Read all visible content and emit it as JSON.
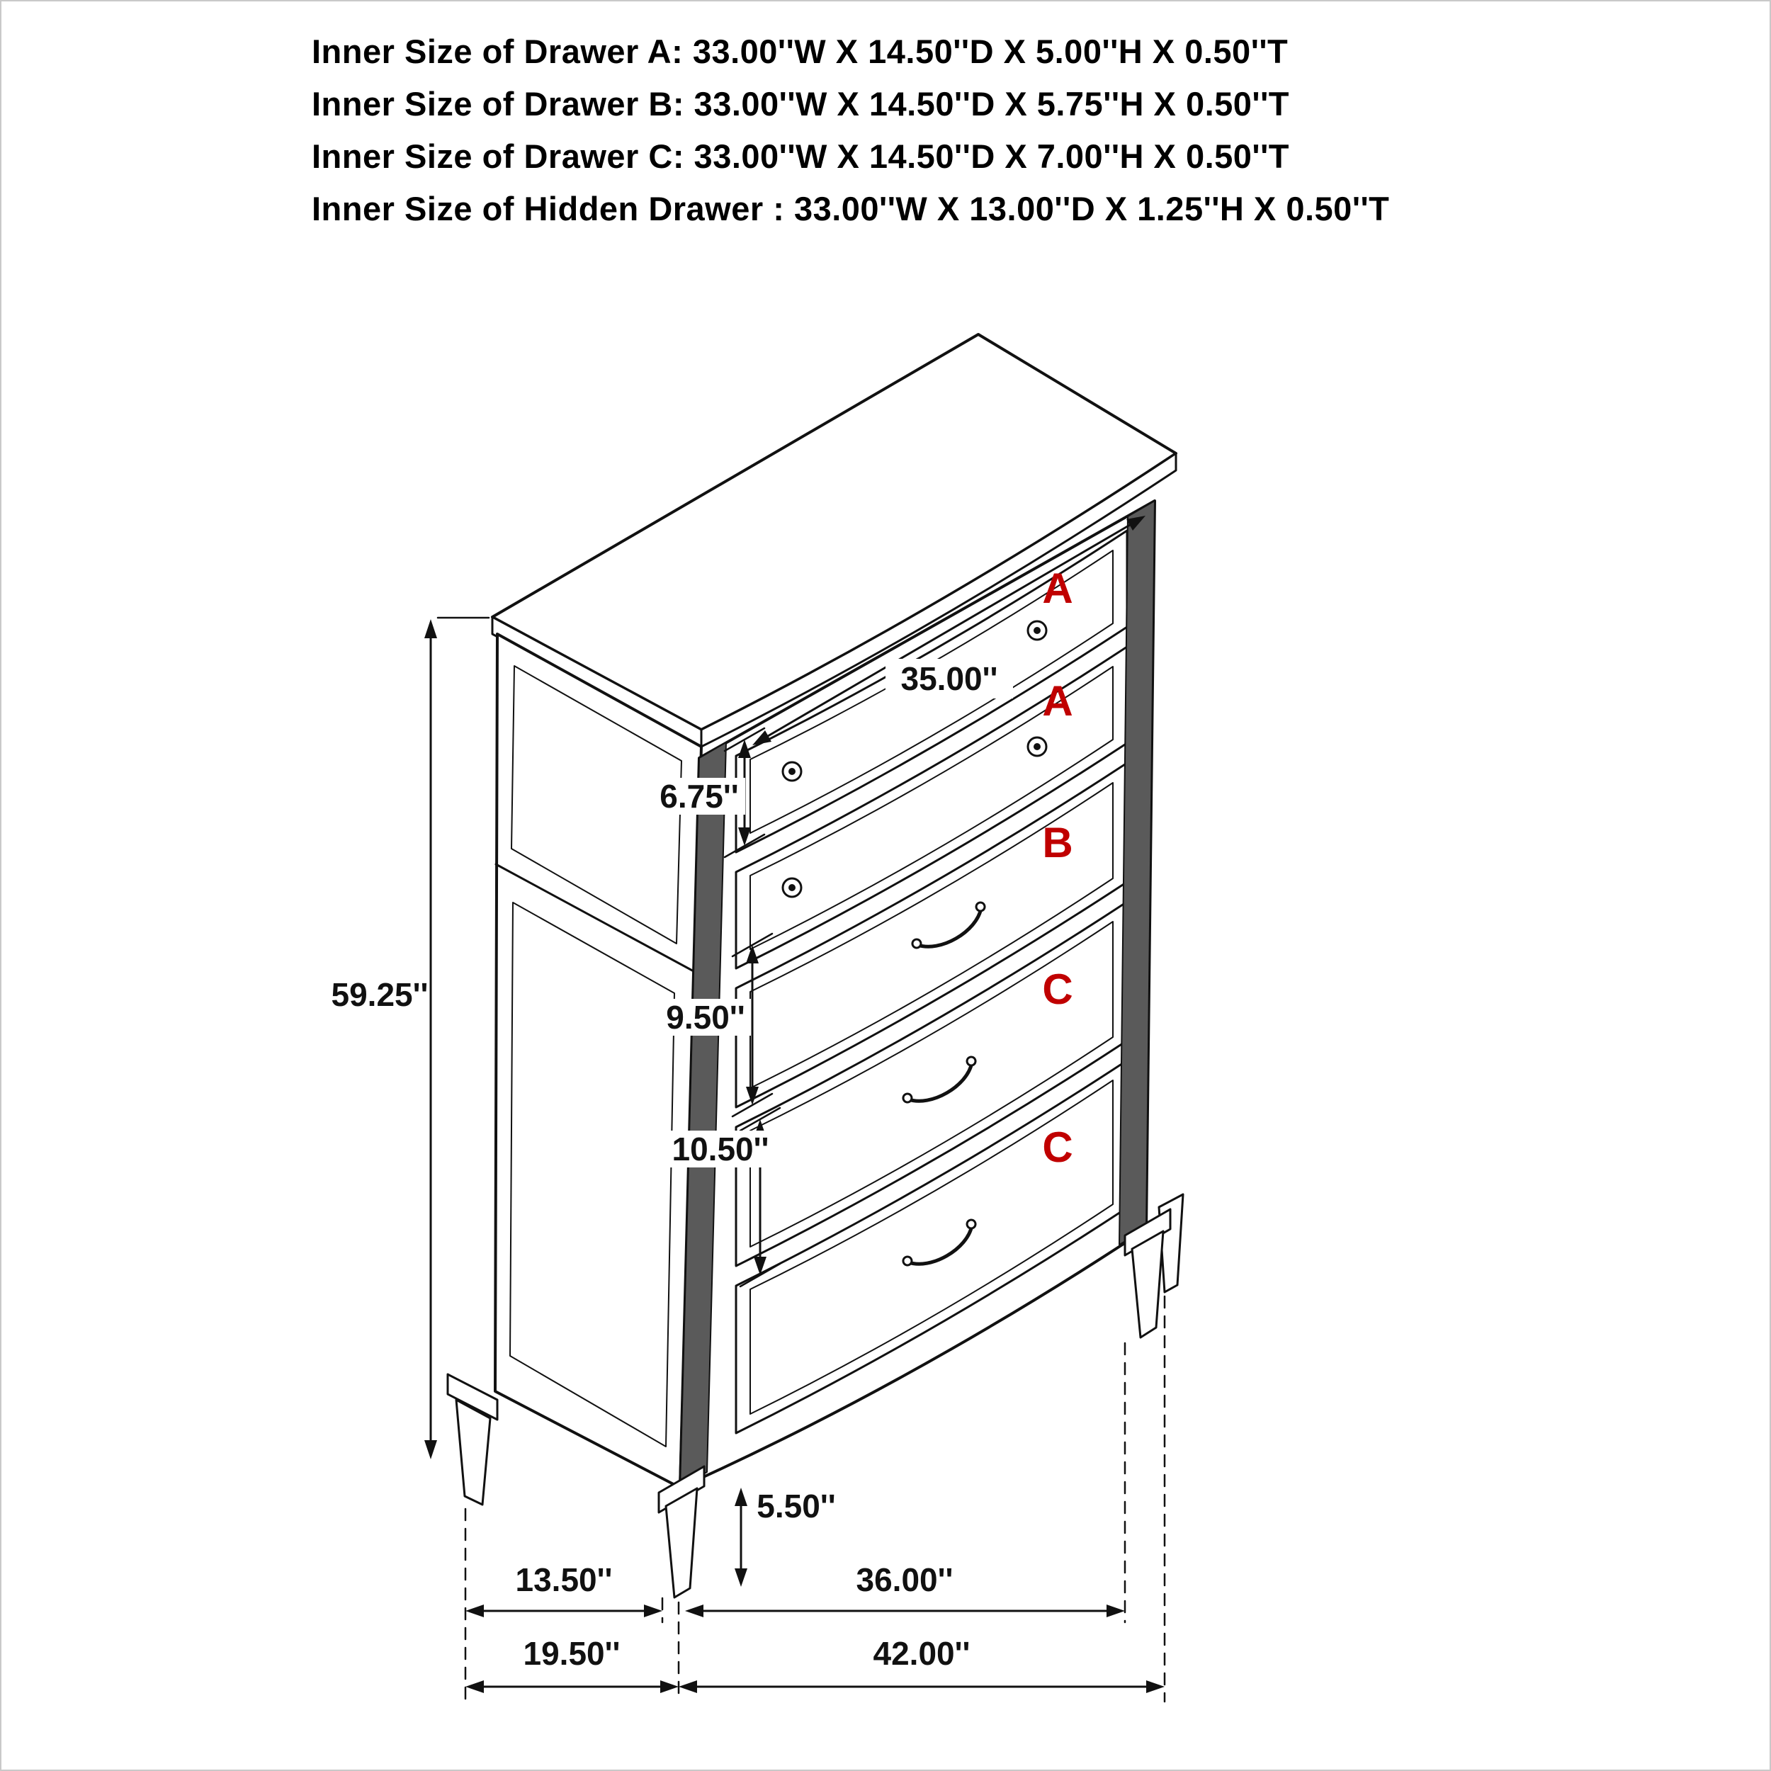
{
  "page": {
    "background": "#ffffff",
    "frame_color": "#c9c9c9"
  },
  "header": {
    "lines": [
      "Inner Size of Drawer A: 33.00''W X 14.50''D X 5.00''H X 0.50''T",
      "Inner Size of Drawer B: 33.00''W X 14.50''D X 5.75''H X 0.50''T",
      "Inner Size of Drawer C: 33.00''W X 14.50''D X 7.00''H X 0.50''T",
      "Inner Size of Hidden Drawer : 33.00''W X 13.00''D X 1.25''H X 0.50''T"
    ]
  },
  "colors": {
    "line": "#111111",
    "label_red": "#c00000",
    "pilaster_gray": "#5a5a5a"
  },
  "diagram": {
    "subject": "5-drawer chest dimension diagram",
    "drawer_labels": [
      "A",
      "A",
      "B",
      "C",
      "C"
    ],
    "dimensions": {
      "top_width": "35.00''",
      "top_drawer_height": "6.75''",
      "overall_height": "59.25''",
      "mid_drawer_height": "9.50''",
      "lower_drawer_height": "10.50''",
      "leg_height": "5.50''",
      "back_to_front_leg": "13.50''",
      "front_leg_span": "36.00''",
      "overall_depth": "19.50''",
      "overall_width": "42.00''"
    }
  }
}
